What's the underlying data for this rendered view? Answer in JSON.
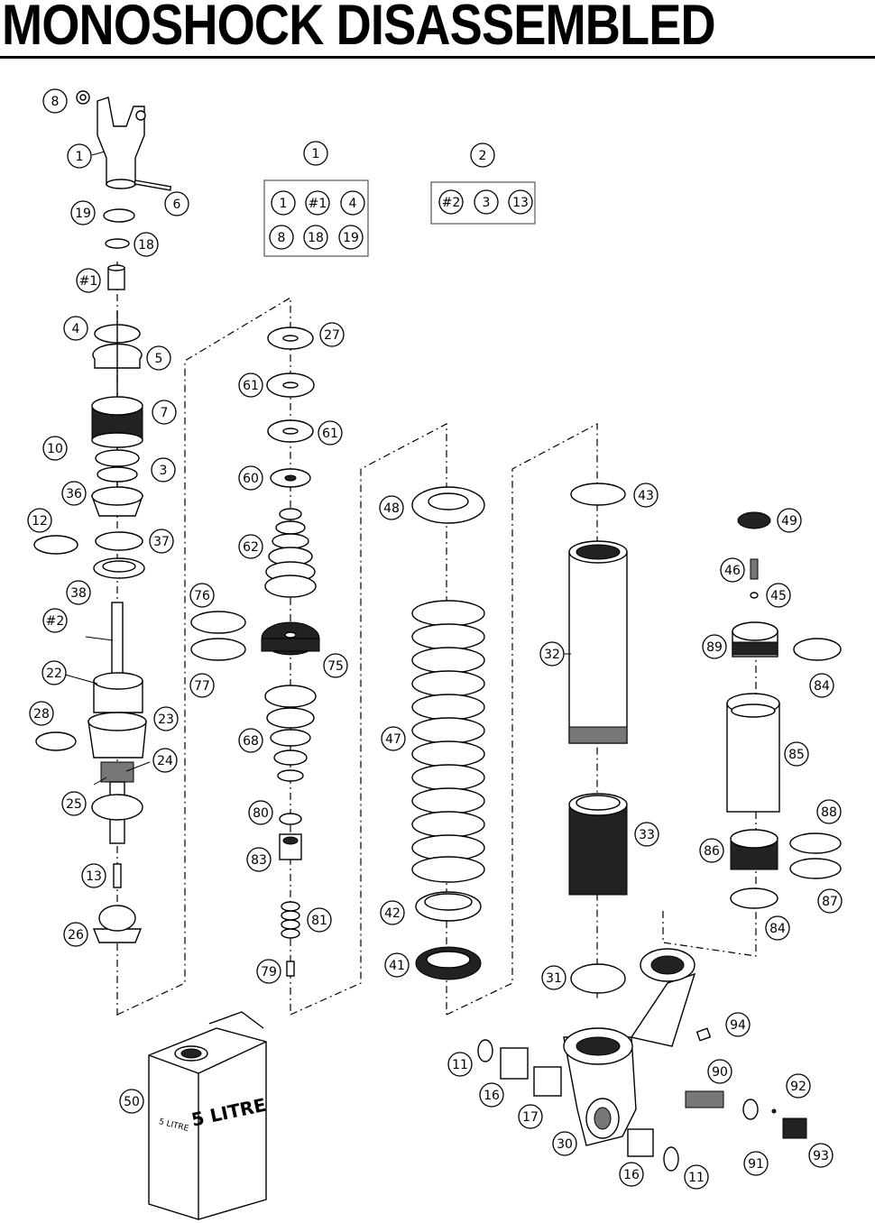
{
  "title": "MONOSHOCK DISASSEMBLED",
  "kits": [
    {
      "label": "1",
      "contents": [
        "1",
        "#1",
        "4",
        "8",
        "18",
        "19"
      ]
    },
    {
      "label": "2",
      "contents": [
        "#2",
        "3",
        "13"
      ]
    }
  ],
  "can_label": "5 LITRE",
  "can_label_side": "5 LITRE",
  "callouts": [
    "8",
    "1",
    "6",
    "19",
    "18",
    "#1",
    "4",
    "5",
    "7",
    "10",
    "3",
    "36",
    "12",
    "37",
    "38",
    "#2",
    "22",
    "28",
    "23",
    "24",
    "25",
    "13",
    "26",
    "27",
    "61",
    "61",
    "60",
    "62",
    "76",
    "77",
    "75",
    "68",
    "80",
    "83",
    "81",
    "79",
    "48",
    "47",
    "42",
    "41",
    "43",
    "32",
    "33",
    "31",
    "49",
    "46",
    "45",
    "89",
    "84",
    "85",
    "88",
    "86",
    "87",
    "84",
    "94",
    "90",
    "92",
    "11",
    "16",
    "17",
    "30",
    "91",
    "93",
    "16",
    "11",
    "50"
  ]
}
